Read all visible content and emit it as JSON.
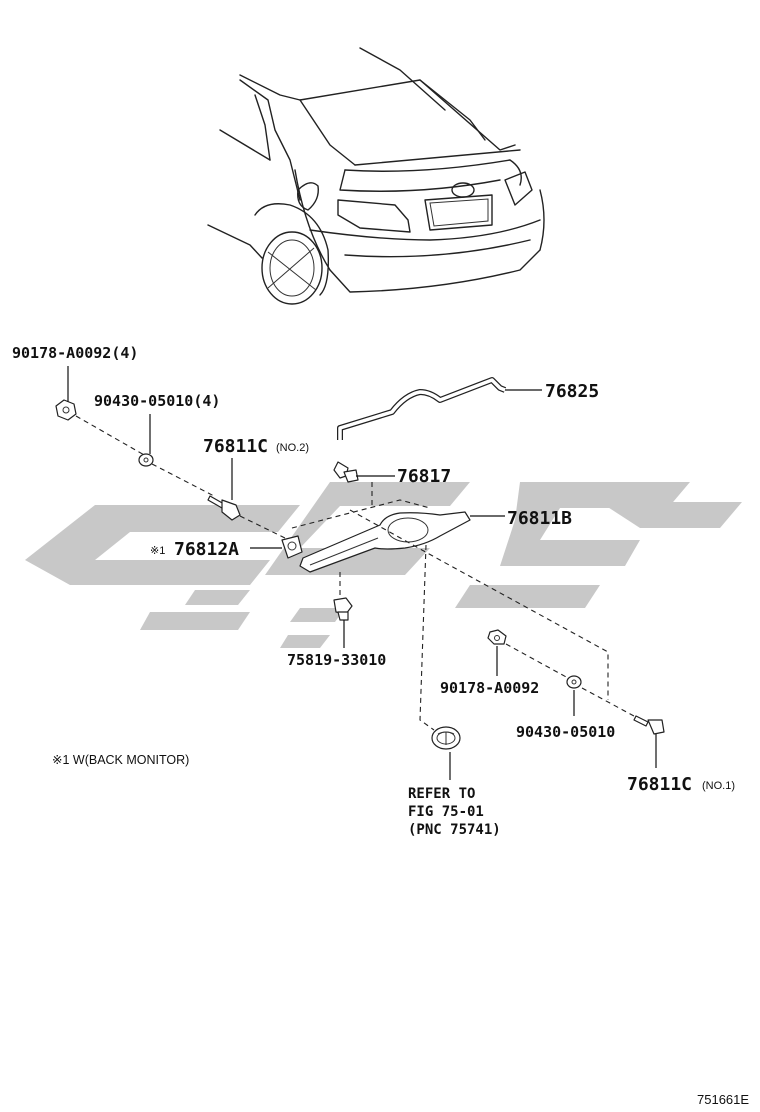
{
  "labels": {
    "p1": "90178-A0092(4)",
    "p2": "90430-05010(4)",
    "p3_main": "76811C",
    "p3_sub": "(NO.2)",
    "p4": "76825",
    "p5": "76817",
    "p6": "76811B",
    "p7_prefix": "※1",
    "p7_main": "76812A",
    "p8": "75819-33010",
    "p9": "90178-A0092",
    "p10": "90430-05010",
    "p11_main": "76811C",
    "p11_sub": "(NO.1)"
  },
  "note": "※1 W(BACK MONITOR)",
  "reference": {
    "line1": "REFER TO",
    "line2": "FIG 75-01",
    "line3": "(PNC 75741)"
  },
  "figure_code": "751661E",
  "icons": {
    "watermark": "brand-watermark-logo",
    "emblem": "toyota-emblem-icon"
  }
}
